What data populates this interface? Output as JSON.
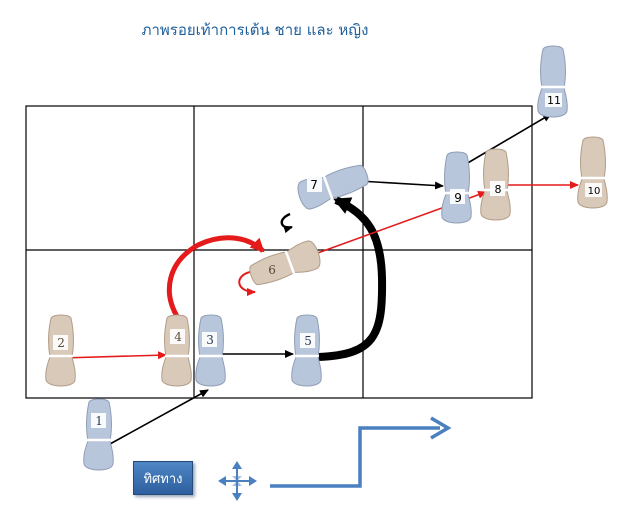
{
  "title": "ภาพรอยเท้าการเต้น ชาย และ หญิง",
  "button": {
    "label": "ทิศทาง"
  },
  "colors": {
    "man_foot": "#b8c6dc",
    "woman_foot": "#d9c9b9",
    "man_path": "#000000",
    "woman_path": "#e51b1b",
    "direction": "#4a7fc0",
    "grid": "#000000"
  },
  "icons": [
    "compass-cross-icon",
    "direction-step-arrow-icon"
  ],
  "steps": [
    {
      "id": "step-1",
      "label": "1",
      "role": "man"
    },
    {
      "id": "step-2",
      "label": "2",
      "role": "woman"
    },
    {
      "id": "step-3",
      "label": "3",
      "role": "man"
    },
    {
      "id": "step-4",
      "label": "4",
      "role": "woman"
    },
    {
      "id": "step-5",
      "label": "5",
      "role": "man"
    },
    {
      "id": "step-6",
      "label": "6",
      "role": "woman"
    },
    {
      "id": "step-7",
      "label": "7",
      "role": "man"
    },
    {
      "id": "step-8",
      "label": "8",
      "role": "woman"
    },
    {
      "id": "step-9",
      "label": "9",
      "role": "man"
    },
    {
      "id": "step-10",
      "label": "10",
      "role": "woman"
    },
    {
      "id": "step-11",
      "label": "11",
      "role": "man"
    }
  ]
}
